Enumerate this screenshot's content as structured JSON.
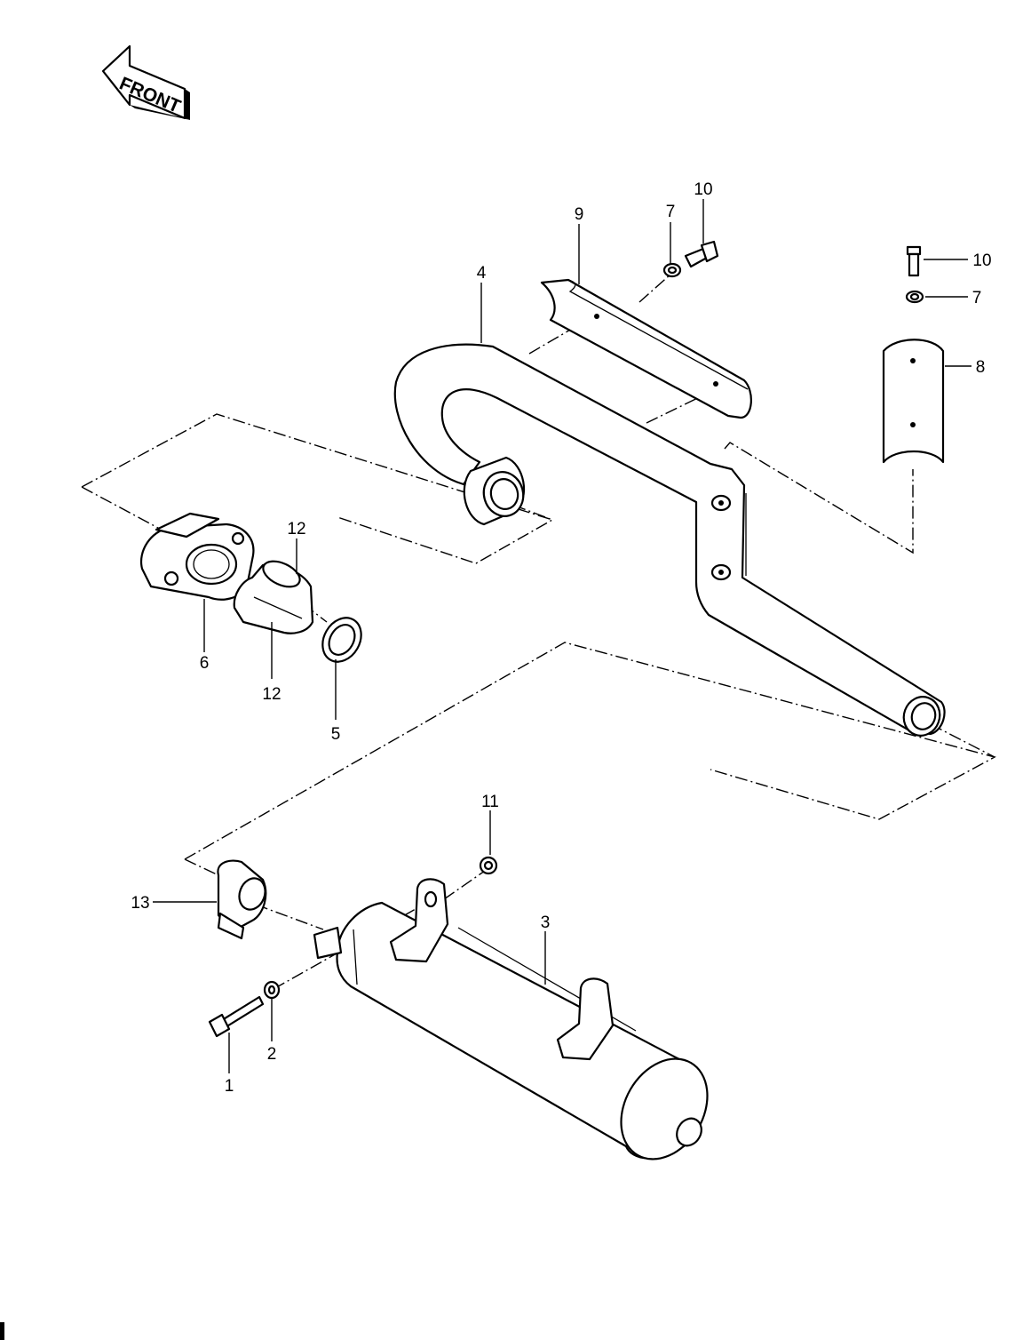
{
  "front_label": "FRONT",
  "callouts": {
    "c1": "1",
    "c2": "2",
    "c3": "3",
    "c4": "4",
    "c5": "5",
    "c6": "6",
    "c7a": "7",
    "c7b": "7",
    "c8": "8",
    "c9": "9",
    "c10a": "10",
    "c10b": "10",
    "c11": "11",
    "c12a": "12",
    "c12b": "12",
    "c13": "13"
  }
}
